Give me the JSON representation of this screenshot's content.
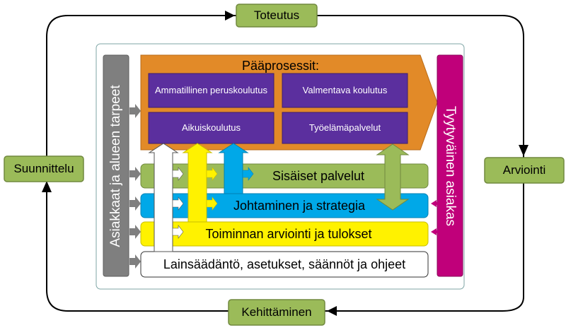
{
  "cycle": {
    "top": "Toteutus",
    "right": "Arviointi",
    "bottom": "Kehittäminen",
    "left": "Suunnittelu"
  },
  "left_column": "Asiakkaat ja alueen tarpeet",
  "right_column": "Tyytyväinen asiakas",
  "main_process": {
    "title": "Pääprosessit:",
    "items": [
      "Ammatillinen peruskoulutus",
      "Valmentava koulutus",
      "Aikuiskoulutus",
      "Työelämäpalvelut"
    ]
  },
  "bands": {
    "services": "Sisäiset palvelut",
    "management": "Johtaminen ja strategia",
    "evaluation": "Toiminnan arviointi ja tulokset",
    "legislation": "Lainsäädäntö, asetukset, säännöt ja ohjeet"
  },
  "colors": {
    "phase_fill": "#9BBB59",
    "phase_border": "#71893F",
    "left_column": "#7F7F7F",
    "right_column": "#C0007A",
    "main_process": "#E28A28",
    "process_box": "#5B2F9E",
    "services": "#9BBB59",
    "management": "#00A8E8",
    "evaluation": "#FFF200",
    "legislation": "#FFFFFF"
  }
}
